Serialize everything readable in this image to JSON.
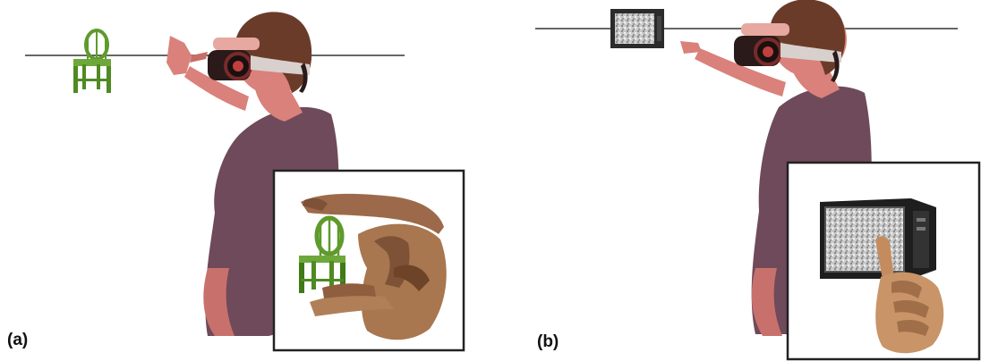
{
  "panels": [
    {
      "label": "(a)",
      "target_object": "chair",
      "gesture": "pinch-pointing"
    },
    {
      "label": "(b)",
      "target_object": "television",
      "gesture": "finger-pointing"
    }
  ],
  "colors": {
    "skin": "#d9817a",
    "shirt": "#6f4a5a",
    "hair": "#6b3b2a",
    "headset": "#2a1a1a",
    "strap": "#d8d0cc",
    "chair": "#5f9a2c",
    "hand_model": "#9c6a4a",
    "tv_case": "#2b2b2b",
    "tv_screen": "#bdbdbd",
    "line": "#333333",
    "frame": "#222222"
  },
  "icons": [
    "chair-icon",
    "television-icon",
    "pointing-hand-icon",
    "vr-headset-icon"
  ]
}
